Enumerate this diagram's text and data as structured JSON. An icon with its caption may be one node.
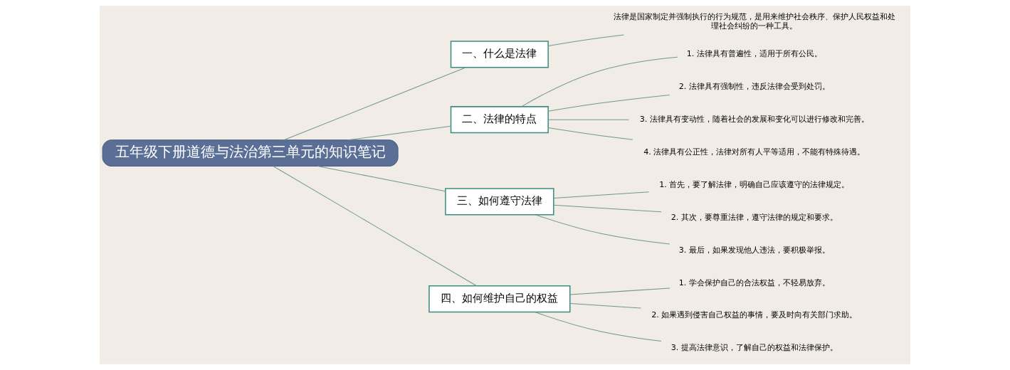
{
  "diagram": {
    "nodes": [
      {
        "text": [
          "五年级下册道德与法治第三单元的知识笔记"
        ]
      },
      {
        "text": [
          "一、什么是法律"
        ]
      },
      {
        "text": [
          "法律是国家制定并强制执行的行为规范，是用来维护社会秩序、保护人民权益和处理社会纠纷的一种工具。"
        ]
      },
      {
        "text": [
          "二、法律的特点"
        ]
      },
      {
        "text": [
          "1. 法律具有普遍性，适用于所有公民。"
        ]
      },
      {
        "text": [
          "2. 法律具有强制性，违反法律会受到处罚。"
        ]
      },
      {
        "text": [
          "3. 法律具有变动性，随着社会的发展和变化可以进行修改和完善。"
        ]
      },
      {
        "text": [
          "4. 法律具有公正性，法律对所有人平等适用，不能有特殊待遇。"
        ]
      },
      {
        "text": [
          "三、如何遵守法律"
        ]
      },
      {
        "text": [
          "1. 首先，要了解法律，明确自己应该遵守的法律规定。"
        ]
      },
      {
        "text": [
          "2. 其次，要尊重法律，遵守法律的规定和要求。"
        ]
      },
      {
        "text": [
          "3. 最后，如果发现他人违法，要积极举报。"
        ]
      },
      {
        "text": [
          "四、如何维护自己的权益"
        ]
      },
      {
        "text": [
          "1. 学会保护自己的合法权益，不轻易放弃。"
        ]
      },
      {
        "text": [
          "2. 如果遇到侵害自己权益的事情，要及时向有关部门求助。"
        ]
      },
      {
        "text": [
          "3. 提高法律意识，了解自己的权益和法律保护。"
        ]
      }
    ],
    "edges": [
      {
        "from": 0,
        "to": 1,
        "arrow": "none"
      },
      {
        "from": 1,
        "to": 2,
        "arrow": "none"
      },
      {
        "from": 0,
        "to": 3,
        "arrow": "none"
      },
      {
        "from": 3,
        "to": 4,
        "arrow": "none"
      },
      {
        "from": 3,
        "to": 5,
        "arrow": "none"
      },
      {
        "from": 3,
        "to": 6,
        "arrow": "none"
      },
      {
        "from": 3,
        "to": 7,
        "arrow": "none"
      },
      {
        "from": 0,
        "to": 8,
        "arrow": "none"
      },
      {
        "from": 8,
        "to": 9,
        "arrow": "none"
      },
      {
        "from": 8,
        "to": 10,
        "arrow": "none"
      },
      {
        "from": 8,
        "to": 11,
        "arrow": "none"
      },
      {
        "from": 0,
        "to": 12,
        "arrow": "none"
      },
      {
        "from": 12,
        "to": 13,
        "arrow": "none"
      },
      {
        "from": 12,
        "to": 14,
        "arrow": "none"
      },
      {
        "from": 12,
        "to": 15,
        "arrow": "none"
      }
    ]
  }
}
